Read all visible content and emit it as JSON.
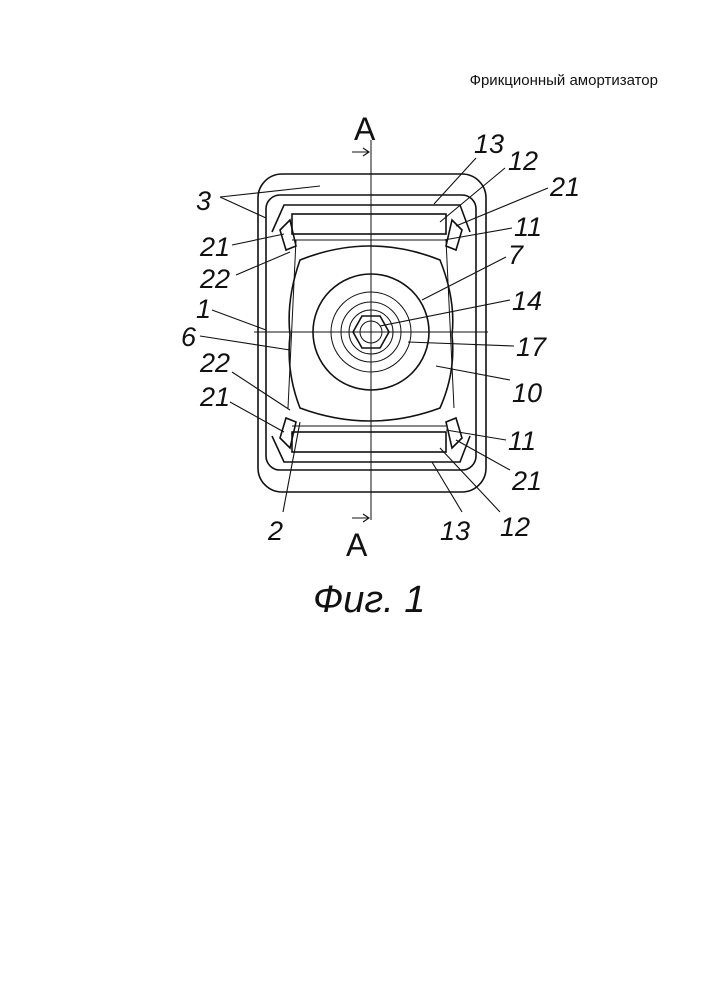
{
  "header": {
    "title": "Фрикционный амортизатор"
  },
  "figure": {
    "caption": "Фиг. 1",
    "section_top": "A",
    "section_bottom": "A",
    "callouts": {
      "l3": "3",
      "l21_tl": "21",
      "l22_tl": "22",
      "l1": "1",
      "l6": "6",
      "l22_bl": "22",
      "l21_bl": "21",
      "l2": "2",
      "l13_top": "13",
      "l12_top": "12",
      "l21_tr": "21",
      "l11_top": "11",
      "l7": "7",
      "l14": "14",
      "l17": "17",
      "l10": "10",
      "l11_bot": "11",
      "l21_br": "21",
      "l12_bot": "12",
      "l13_bot": "13"
    }
  }
}
